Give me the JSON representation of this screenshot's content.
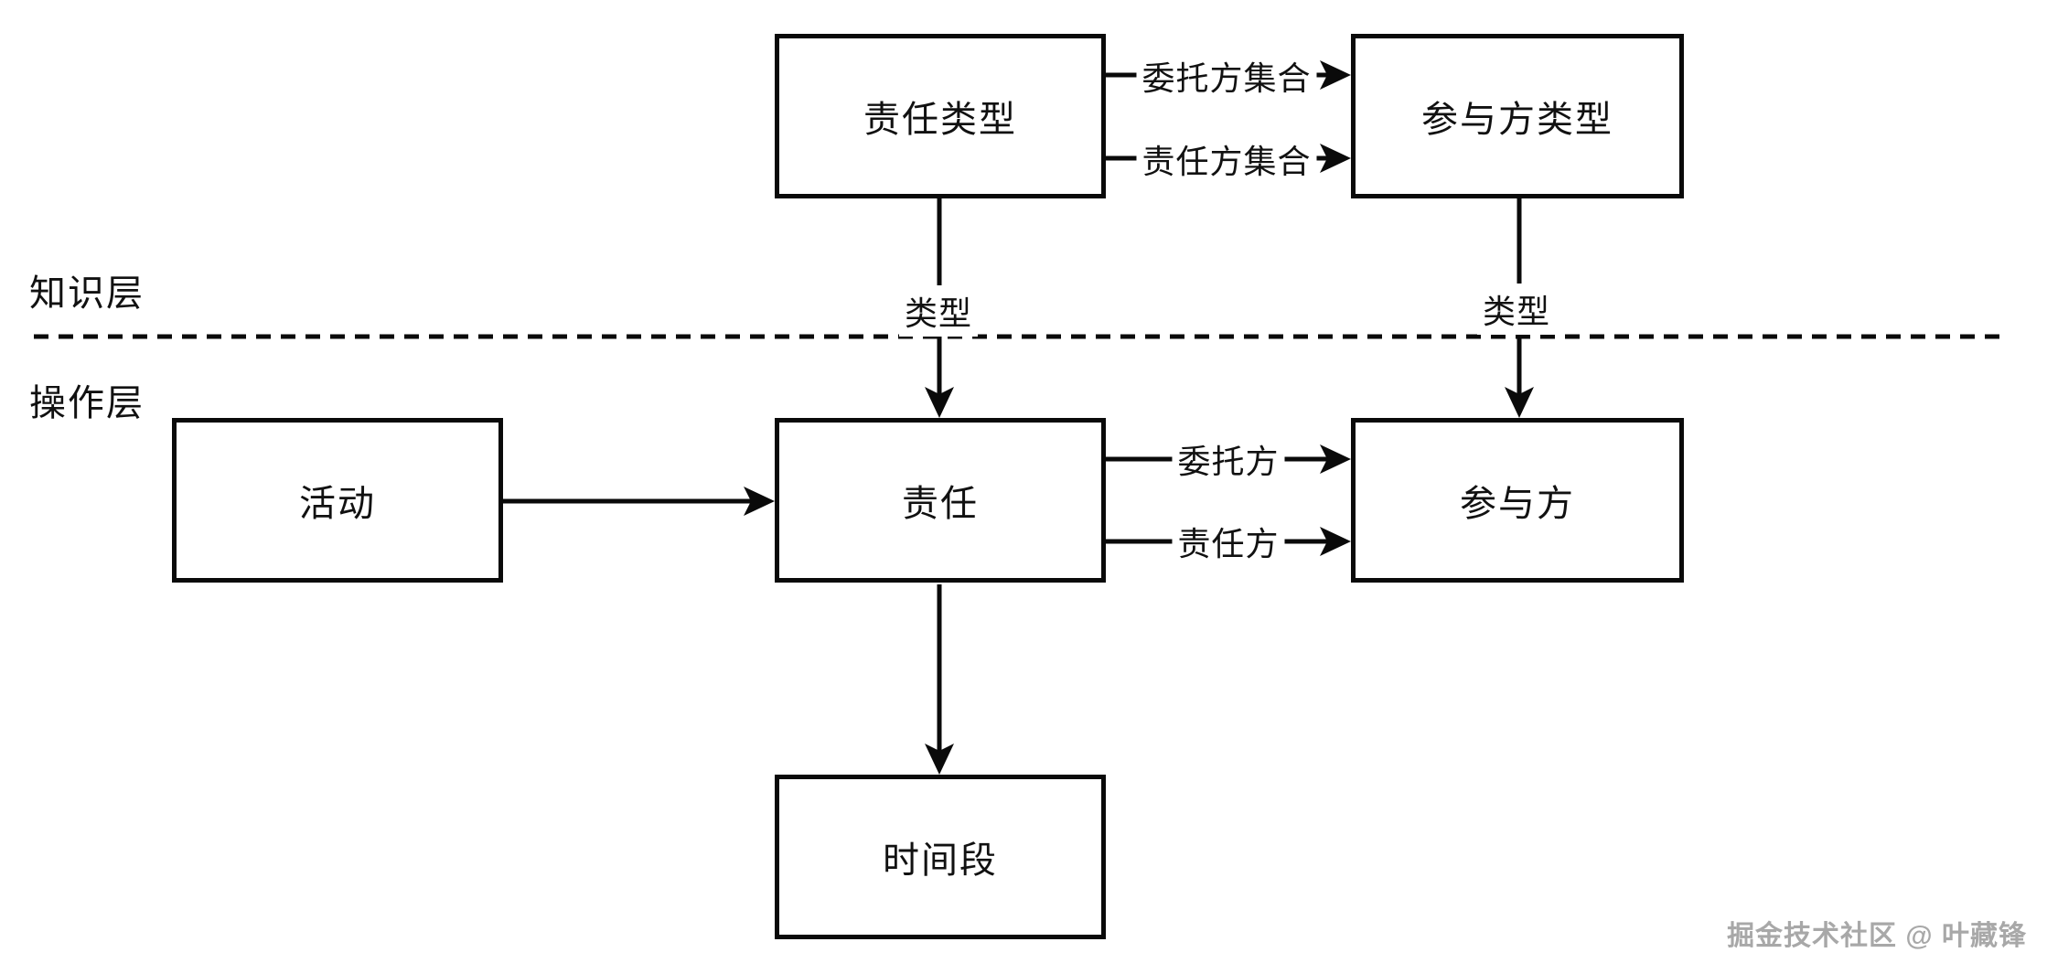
{
  "diagram": {
    "layers": {
      "knowledge": "知识层",
      "operation": "操作层"
    },
    "nodes": {
      "responsibility_type": "责任类型",
      "party_type": "参与方类型",
      "activity": "活动",
      "responsibility": "责任",
      "party": "参与方",
      "time_period": "时间段"
    },
    "edge_labels": {
      "delegator_set": "委托方集合",
      "responsible_set": "责任方集合",
      "type_left": "类型",
      "type_right": "类型",
      "delegator": "委托方",
      "responsible": "责任方"
    },
    "colors": {
      "line": "#0a0a0a",
      "background": "#ffffff",
      "watermark_text": "#a8a8a8"
    }
  },
  "watermark": {
    "text": "掘金技术社区 @ 叶藏锋"
  }
}
